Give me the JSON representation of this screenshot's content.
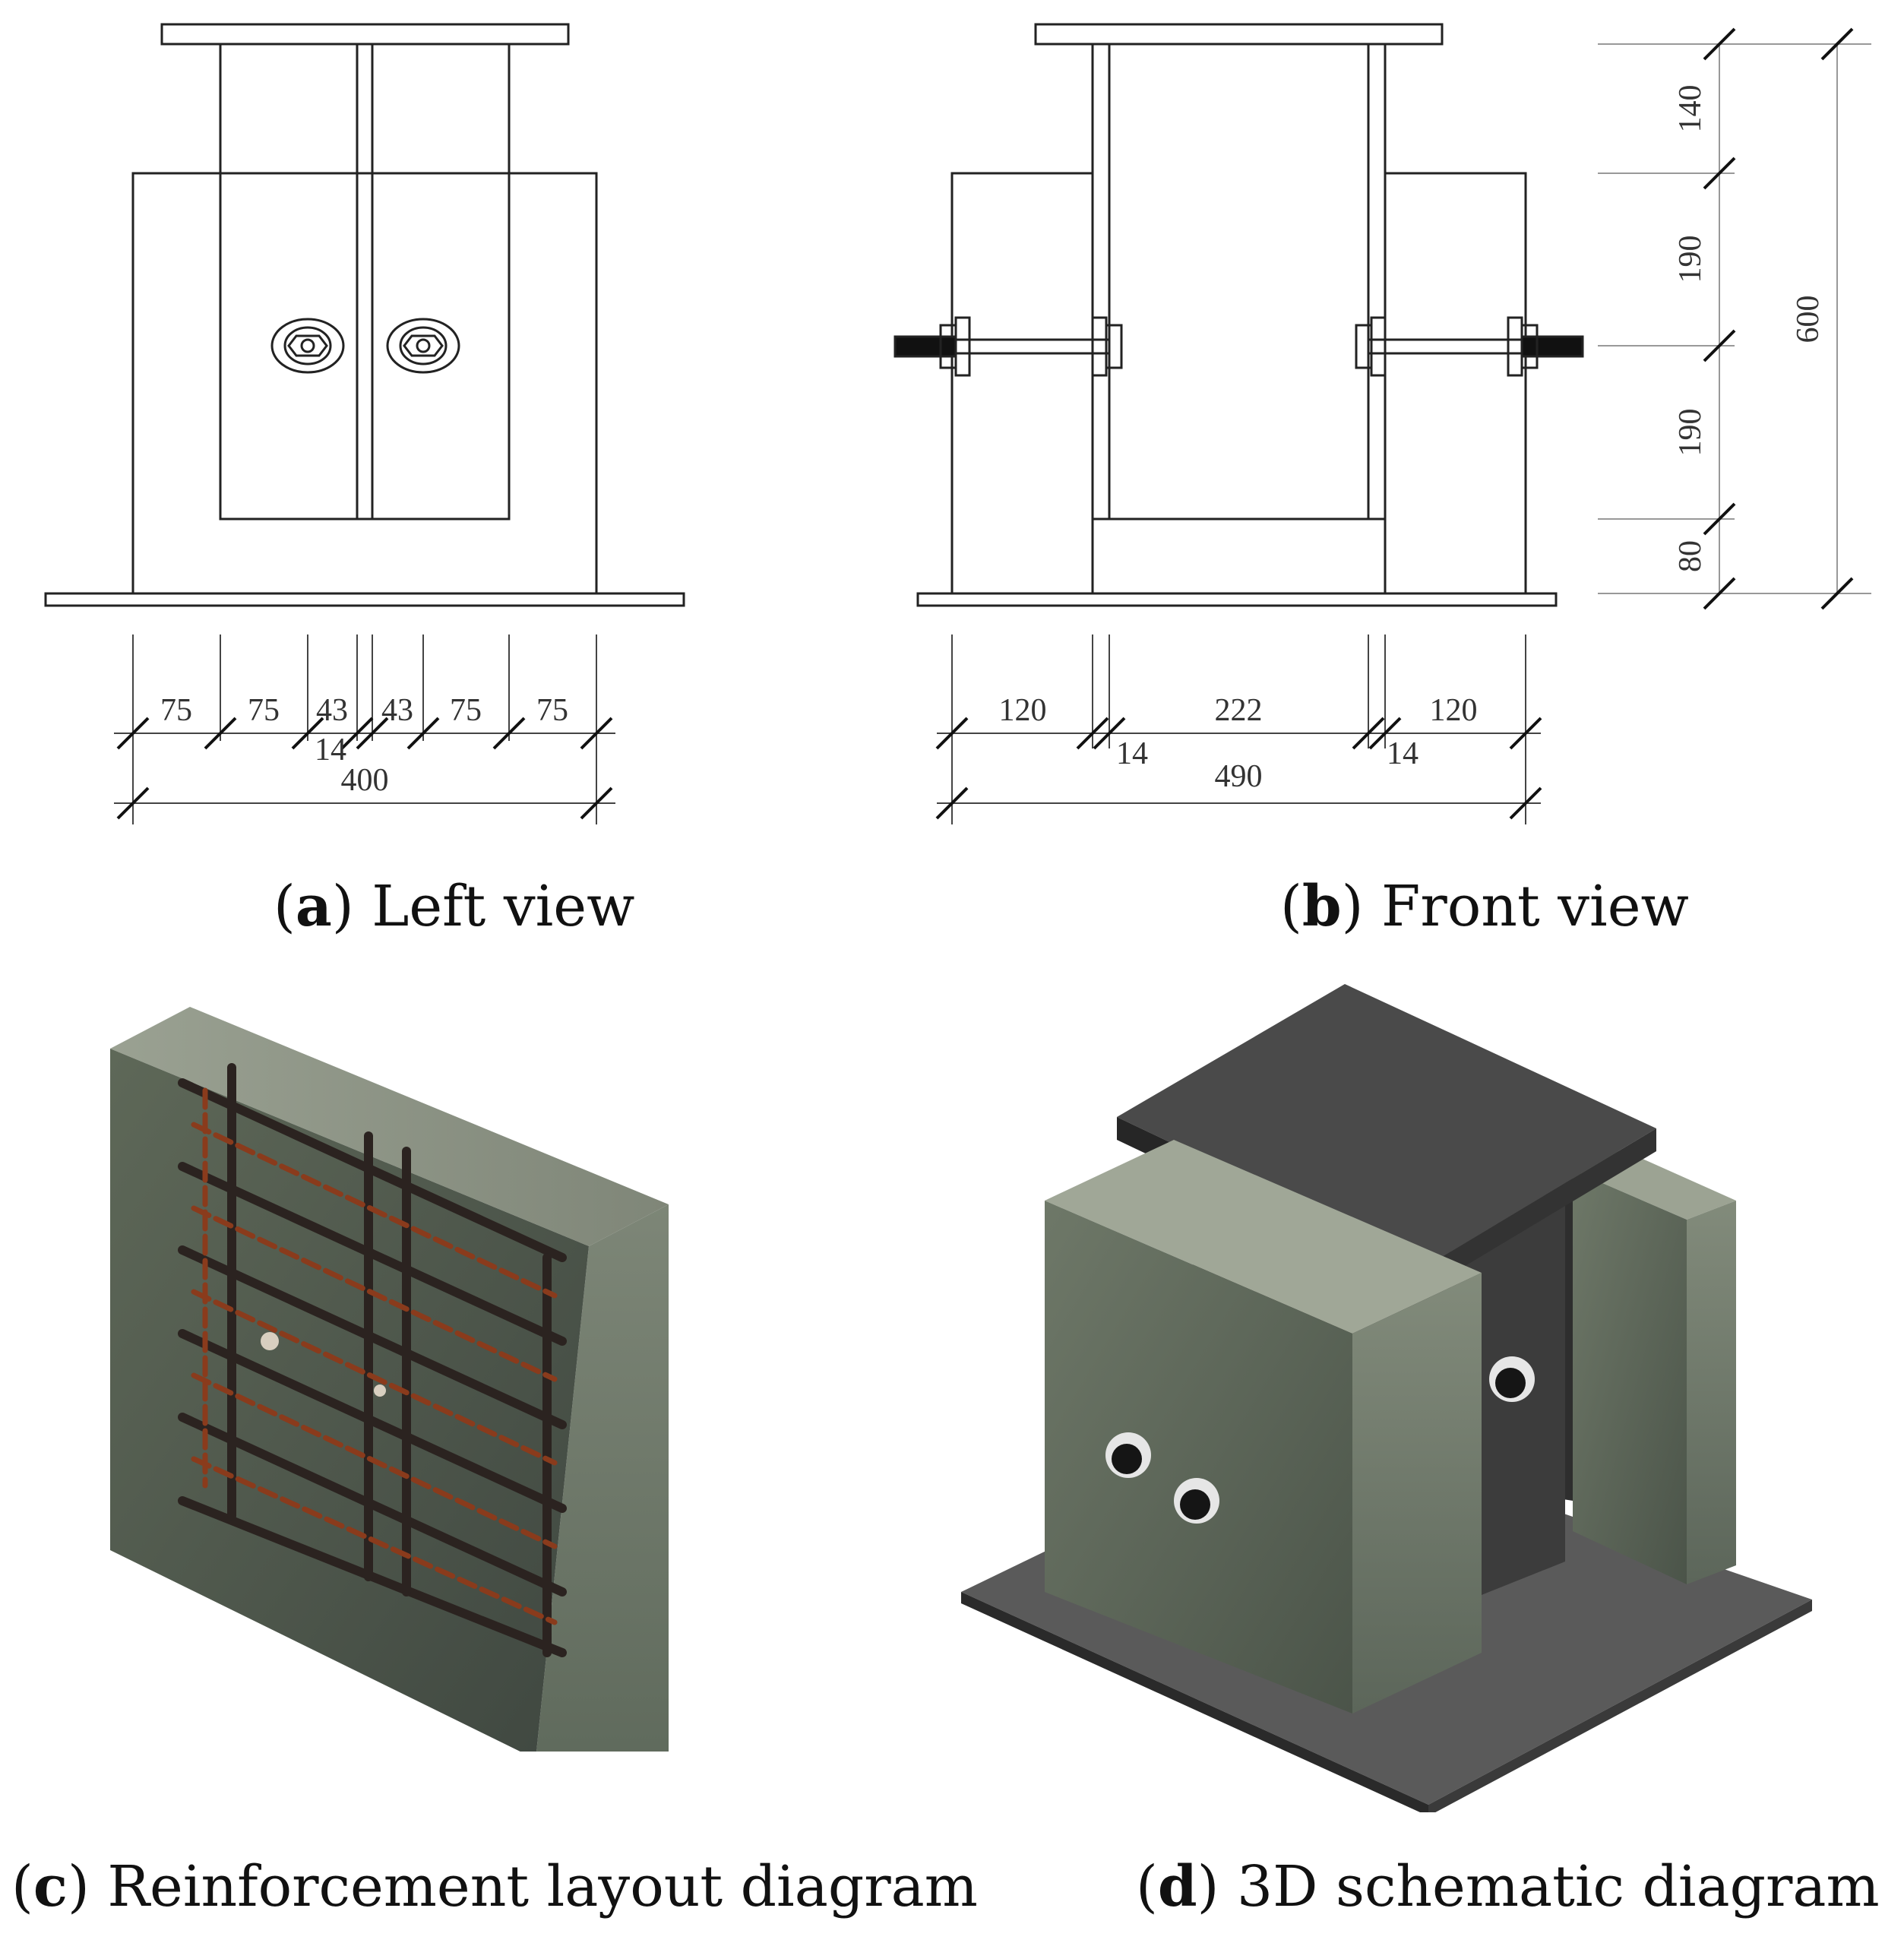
{
  "left_view": {
    "width_dims": [
      "75",
      "75",
      "43",
      "43",
      "75",
      "75"
    ],
    "web_dim": "14",
    "total": "400"
  },
  "front_view": {
    "width_dims": [
      "120",
      "222",
      "120"
    ],
    "web_left": "14",
    "web_right": "14",
    "total": "490",
    "height_dims": [
      "140",
      "190",
      "190",
      "80"
    ],
    "height_total": "600"
  },
  "captions": {
    "a": {
      "tag": "a",
      "text": "Left view"
    },
    "b": {
      "tag": "b",
      "text": "Front view"
    },
    "c": {
      "tag": "c",
      "text": "Reinforcement layout diagram"
    },
    "d": {
      "tag": "d",
      "text": "3D schematic diagram"
    }
  },
  "colors": {
    "line": "#222222",
    "concrete": "#6b7466",
    "rebar": "#8a3b1c",
    "steel": "#3a3a3a"
  }
}
